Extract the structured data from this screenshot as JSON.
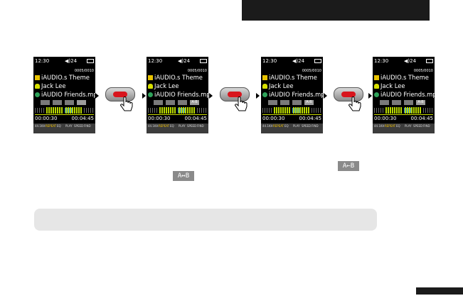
{
  "devices": [
    {
      "status_time": "12:30",
      "status_vol": "◀)24",
      "counter": "0005/0010",
      "folder_line": "iAUDIO.s Theme",
      "artist_line": "Jack Lee",
      "track_line": "iAUDIO Friends.mp",
      "ab_label": "",
      "elapsed": "00:00:30",
      "total": "00:04:45",
      "settings": [
        "44.1KH",
        "REPEAT",
        "EQ",
        "PLAY",
        "SPEED",
        "FIND"
      ]
    },
    {
      "status_time": "12:30",
      "status_vol": "◀)24",
      "counter": "0005/0010",
      "folder_line": "iAUDIO.s Theme",
      "artist_line": "Jack Lee",
      "track_line": "iAUDIO Friends.mp",
      "ab_label": "A-B",
      "elapsed": "00:00:30",
      "total": "00:04:45",
      "settings": [
        "44.1KH",
        "REPEAT",
        "EQ",
        "PLAY",
        "SPEED",
        "FIND"
      ]
    },
    {
      "status_time": "12:30",
      "status_vol": "◀)24",
      "counter": "0005/0010",
      "folder_line": "iAUDIO.s Theme",
      "artist_line": "Jack Lee",
      "track_line": "iAUDIO Friends.mp",
      "ab_label": "A-B",
      "elapsed": "00:00:30",
      "total": "00:04:45",
      "settings": [
        "44.1KH",
        "REPEAT",
        "EQ",
        "PLAY",
        "SPEED",
        "FIND"
      ]
    },
    {
      "status_time": "12:30",
      "status_vol": "◀)24",
      "counter": "0005/0010",
      "folder_line": "iAUDIO.s Theme",
      "artist_line": "Jack Lee",
      "track_line": "iAUDIO Friends.mp",
      "ab_label": "A-B",
      "elapsed": "00:00:30",
      "total": "00:04:45",
      "settings": [
        "44.1KH",
        "REPEAT",
        "EQ",
        "PLAY",
        "SPEED",
        "FIND"
      ]
    }
  ],
  "ab_icons": [
    "A←B",
    "A↔B"
  ],
  "colors": {
    "header": "#1b1b1b",
    "note_bar": "#e6e6e6",
    "accent_red": "#d8151d"
  }
}
